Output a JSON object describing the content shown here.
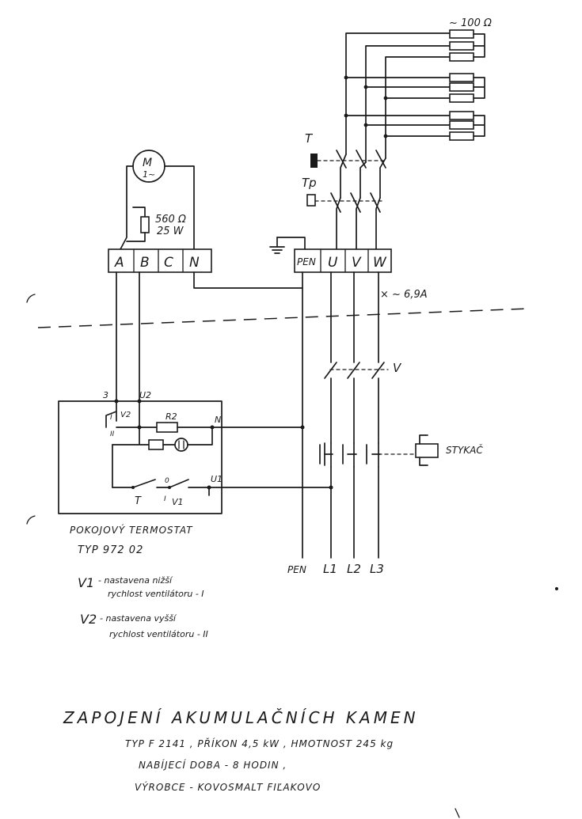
{
  "resistor_bank": {
    "label": "~ 100 Ω"
  },
  "thermal_switch_T": {
    "label": "T"
  },
  "thermal_switch_Tp": {
    "label": "Tp"
  },
  "motor": {
    "symbol": "M",
    "phase": "1~"
  },
  "motor_resistor": {
    "value": "560 Ω",
    "power": "25 W"
  },
  "terminal_block_left": {
    "terminals": [
      "A",
      "B",
      "C",
      "N"
    ]
  },
  "terminal_block_right": {
    "terminals": [
      "PEN",
      "U",
      "V",
      "W"
    ]
  },
  "phase_current": {
    "label": "× ~ 6,9A"
  },
  "main_switch": {
    "label": "V"
  },
  "contactor": {
    "label": "STYKAČ"
  },
  "thermostat_nodes": {
    "n3": "3",
    "u2": "U2",
    "n": "N",
    "u1": "U1",
    "r2": "R2",
    "v2": "V2",
    "v2_pos_i": "I",
    "v2_pos_ii": "II",
    "t": "T",
    "v1": "V1",
    "v1_pos_0": "0",
    "v1_pos_i": "I"
  },
  "supply_labels": [
    "PEN",
    "L1",
    "L2",
    "L3"
  ],
  "thermostat": {
    "title": "POKOJOVÝ TERMOSTAT",
    "type": "TYP 972 02"
  },
  "notes": {
    "v1_symbol": "V1",
    "v1_line1": "- nastavena nižší",
    "v1_line2": "rychlost ventilátoru - I",
    "v2_symbol": "V2",
    "v2_line1": "- nastavena vyšší",
    "v2_line2": "rychlost ventilátoru - II"
  },
  "title_block": {
    "title": "ZAPOJENÍ AKUMULAČNÍCH KAMEN",
    "line1": "TYP F 2141 , PŘÍKON 4,5 kW , HMOTNOST 245 kg",
    "line2": "NABÍJECÍ DOBA - 8 HODIN ,",
    "line3": "VÝROBCE - KOVOSMALT FIĽAKOVO"
  }
}
